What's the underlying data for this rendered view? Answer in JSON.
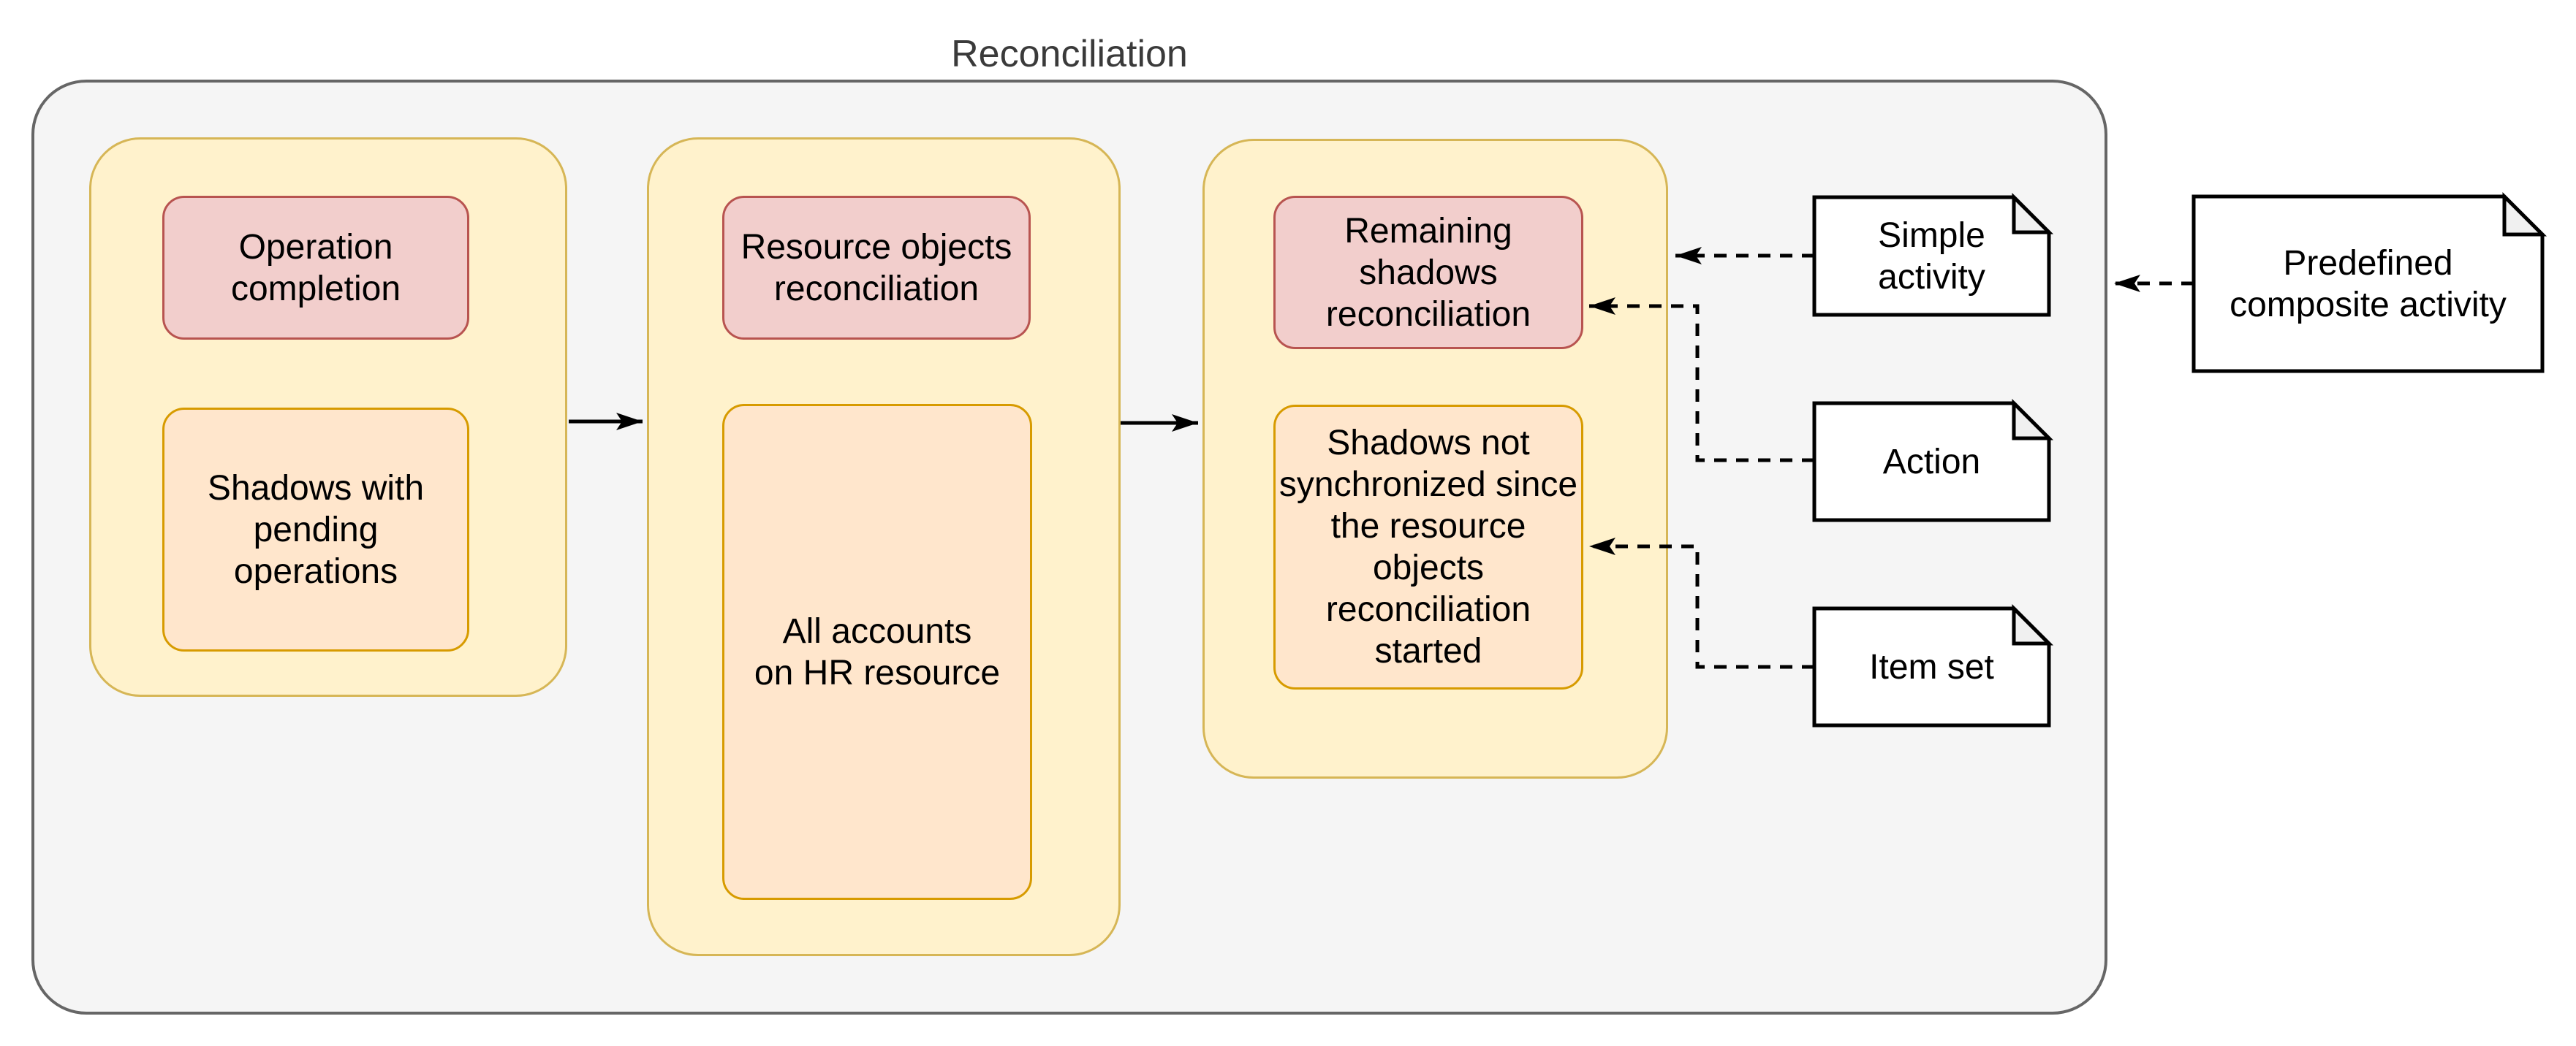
{
  "diagram": {
    "title": "Reconciliation",
    "stages": [
      {
        "name": "operation-completion-stage",
        "top_label": "Operation\ncompletion",
        "bottom_label": "Shadows with\npending\noperations"
      },
      {
        "name": "resource-objects-stage",
        "top_label": "Resource objects\nreconciliation",
        "bottom_label": "All accounts\non HR resource"
      },
      {
        "name": "remaining-shadows-stage",
        "top_label": "Remaining\nshadows\nreconciliation",
        "bottom_label": "Shadows not\nsynchronized since\nthe resource\nobjects\nreconciliation\nstarted"
      }
    ],
    "notes": [
      {
        "label": "Simple\nactivity"
      },
      {
        "label": "Action"
      },
      {
        "label": "Item set"
      },
      {
        "label": "Predefined\ncomposite activity"
      }
    ],
    "connectors": [
      {
        "from": "Simple activity",
        "to": "Remaining shadows stage",
        "style": "dashed"
      },
      {
        "from": "Action",
        "to": "Remaining shadows reconciliation",
        "style": "dashed"
      },
      {
        "from": "Item set",
        "to": "Shadows not synchronized since the resource objects reconciliation started",
        "style": "dashed"
      },
      {
        "from": "Predefined composite activity",
        "to": "Reconciliation",
        "style": "dashed"
      },
      {
        "from": "Operation completion stage",
        "to": "Resource objects stage",
        "style": "solid"
      },
      {
        "from": "Resource objects stage",
        "to": "Remaining shadows stage",
        "style": "solid"
      }
    ],
    "colors": {
      "container_fill": "#f5f5f5",
      "container_stroke": "#666666",
      "stage_fill": "#fff2cc",
      "stage_stroke": "#d6b656",
      "activity_fill": "#f2cecc",
      "activity_stroke": "#b85450",
      "itemset_fill": "#ffe6cc",
      "itemset_stroke": "#d79b00",
      "note_fill": "#ffffff",
      "note_stroke": "#000000",
      "arrow_color": "#000000"
    }
  }
}
